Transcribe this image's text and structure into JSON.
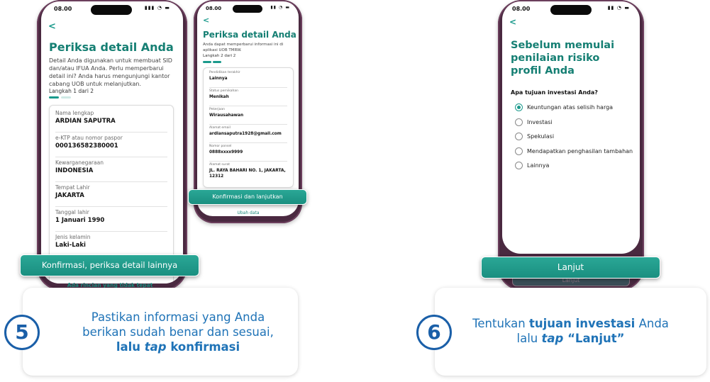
{
  "phone1": {
    "status_time": "08.00",
    "status_icons": "▮▮▮ ◔ ▬",
    "back": "<",
    "title": "Periksa detail Anda",
    "description": "Detail Anda digunakan untuk membuat SID dan/atau IFUA Anda. Perlu memperbarui detail ini? Anda harus mengunjungi kantor cabang UOB untuk melanjutkan.",
    "step": "Langkah 1 dari 2",
    "fields": [
      {
        "label": "Nama lengkap",
        "value": "ARDIAN SAPUTRA"
      },
      {
        "label": "e-KTP atau nomor paspor",
        "value": "000136582380001"
      },
      {
        "label": "Kewarganegaraan",
        "value": "INDONESIA"
      },
      {
        "label": "Tempat Lahir",
        "value": "JAKARTA"
      },
      {
        "label": "Tanggal lahir",
        "value": "1 Januari 1990"
      },
      {
        "label": "Jenis kelamin",
        "value": "Laki-Laki"
      }
    ],
    "button": "Konfirmasi, periksa detail lainnya",
    "link": "Ada rincian yang tidak tepat"
  },
  "phone2": {
    "status_time": "08.00",
    "status_icons": "▮▮ ◔ ▬",
    "back": "<",
    "title": "Periksa detail Anda",
    "description": "Anda dapat memperbarui informasi ini di aplikasi UOB TMRW.",
    "step": "Langkah 2 dari 2",
    "fields": [
      {
        "label": "Pendidikan terakhir",
        "value": "Lainnya"
      },
      {
        "label": "Status pernikahan",
        "value": "Menikah"
      },
      {
        "label": "Pekerjaan",
        "value": "Wirausahawan"
      },
      {
        "label": "Alamat email",
        "value": "ardiansaputra1928@gmail.com"
      },
      {
        "label": "Nomor ponsel",
        "value": "0888xxxx9999"
      },
      {
        "label": "Alamat surat",
        "value": "JL. RAYA BAHARI NO. 1, JAKARTA, 12312"
      }
    ],
    "button": "Konfirmasi dan lanjutkan",
    "link": "Ubah data"
  },
  "phone3": {
    "status_time": "08.00",
    "status_icons": "▮▮ ◔ ▬",
    "back": "<",
    "title": "Sebelum memulai penilaian risiko profil Anda",
    "question": "Apa tujuan investasi Anda?",
    "options": [
      {
        "label": "Keuntungan atas selisih harga",
        "selected": true
      },
      {
        "label": "Investasi",
        "selected": false
      },
      {
        "label": "Spekulasi",
        "selected": false
      },
      {
        "label": "Mendapatkan penghasilan tambahan",
        "selected": false
      },
      {
        "label": "Lainnya",
        "selected": false
      }
    ],
    "button": "Lanjut",
    "ghost_button": "Lanjut"
  },
  "callout5": {
    "number": "5",
    "line1": "Pastikan informasi yang Anda",
    "line2": "berikan sudah benar dan sesuai,",
    "line3_bold_a": "lalu ",
    "line3_italic": "tap",
    "line3_bold_b": " konfirmasi"
  },
  "callout6": {
    "number": "6",
    "line1_pre": "Tentukan ",
    "line1_bold": "tujuan investasi",
    "line1_post": " Anda",
    "line2_pre": "lalu ",
    "line2_italic": "tap",
    "line2_bold": " “Lanjut”"
  },
  "colors": {
    "teal": "#1b9a8c",
    "title_teal": "#157f73",
    "phone_frame": "#4a2940",
    "callout_blue": "#1f73b7",
    "circle_blue": "#1a5fa8"
  }
}
